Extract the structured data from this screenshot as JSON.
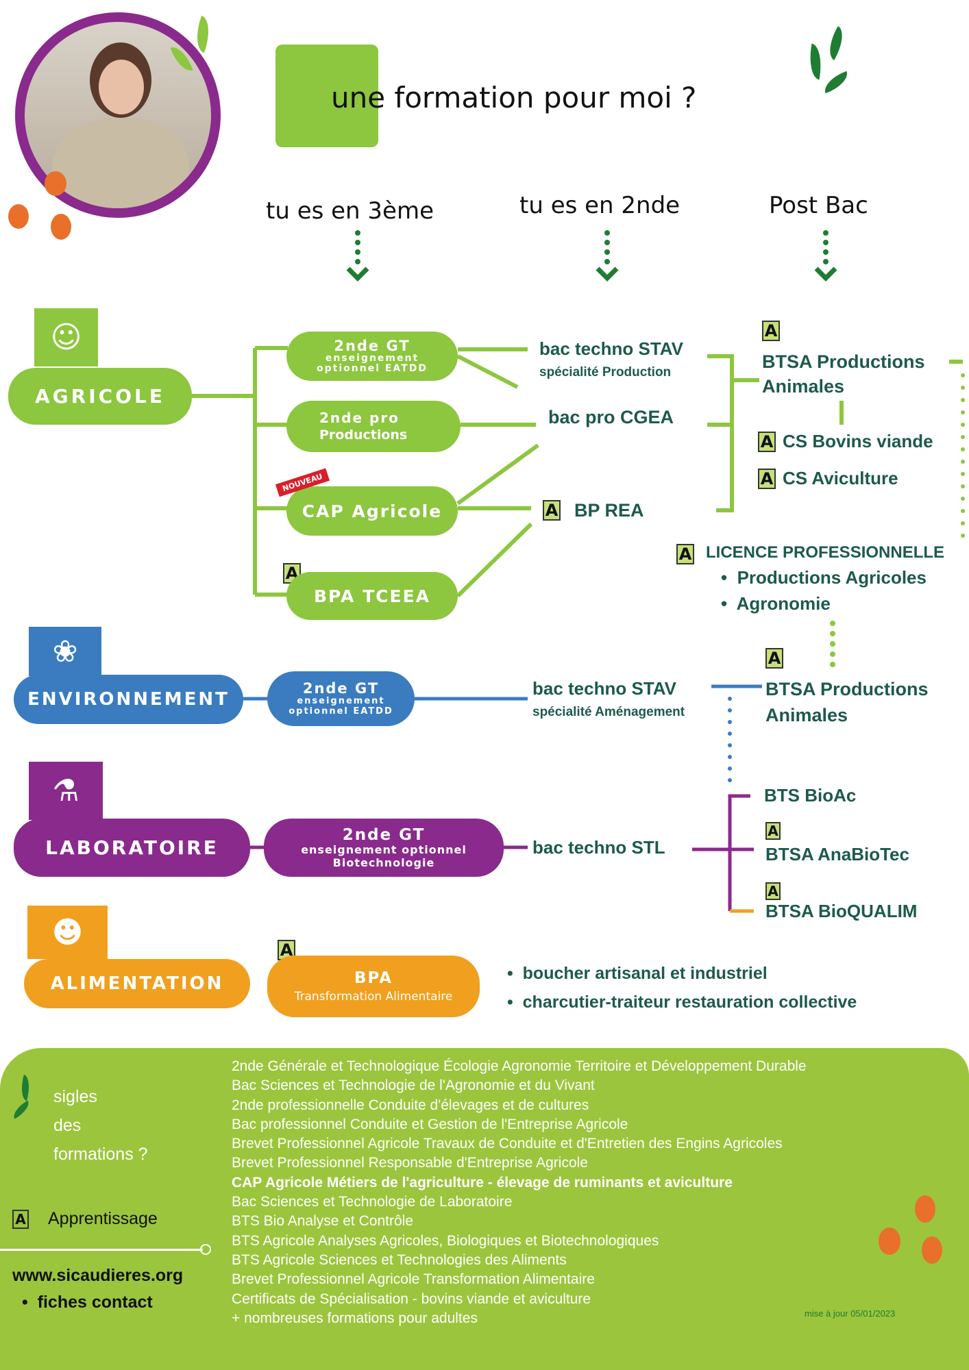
{
  "header": {
    "title_prefix": "une",
    "title_rest": " formation pour moi ?"
  },
  "columns": [
    "tu es en 3ème",
    "tu es en 2nde",
    "Post Bac"
  ],
  "badge": "A",
  "agricole": {
    "label": "AGRICOLE",
    "gt": {
      "l1": "2nde GT",
      "l2": "enseignement",
      "l3": "optionnel EATDD"
    },
    "pro": {
      "l1": "2nde pro",
      "l2": "Productions"
    },
    "cap": "CAP Agricole",
    "nouveau": "NOUVEAU",
    "bpa": "BPA TCEEA",
    "stav": "bac techno STAV",
    "stav_spec": "spécialité Production",
    "cgea": "bac pro CGEA",
    "bprea": "BP REA",
    "btsa1": "BTSA Productions",
    "btsa2": "Animales",
    "cs1": "CS Bovins viande",
    "cs2": "CS Aviculture",
    "licence": "LICENCE PROFESSIONNELLE",
    "licence_items": [
      "Productions Agricoles",
      "Agronomie"
    ]
  },
  "environnement": {
    "label": "ENVIRONNEMENT",
    "gt": {
      "l1": "2nde GT",
      "l2": "enseignement",
      "l3": "optionnel EATDD"
    },
    "stav": "bac techno STAV",
    "stav_spec": "spécialité Aménagement",
    "btsa1": "BTSA Productions",
    "btsa2": "Animales"
  },
  "laboratoire": {
    "label": "LABORATOIRE",
    "gt": {
      "l1": "2nde GT",
      "l2": "enseignement optionnel",
      "l3": "Biotechnologie"
    },
    "stl": "bac techno STL",
    "bioac": "BTS BioAc",
    "anabiotec": "BTSA AnaBioTec",
    "bioqualim": "BTSA BioQUALIM"
  },
  "alimentation": {
    "label": "ALIMENTATION",
    "bpa1": "BPA",
    "bpa2": "Transformation Alimentaire",
    "items": [
      "boucher artisanal et industriel",
      "charcutier-traiteur restauration collective"
    ]
  },
  "footer": {
    "sigles": [
      "sigles",
      "des",
      "formations ?"
    ],
    "apprentissage": "Apprentissage",
    "website": "www.sicaudieres.org",
    "contact": "fiches contact",
    "update": "mise à jour 05/01/2023",
    "lines": [
      "2nde Générale et Technologique Écologie Agronomie Territoire et Développement Durable",
      "Bac Sciences et Technologie de l'Agronomie et du Vivant",
      "2nde professionnelle Conduite d'élevages et de cultures",
      "Bac professionnel Conduite et Gestion de l'Entreprise Agricole",
      "Brevet Professionnel Agricole Travaux de Conduite et d'Entretien des Engins Agricoles",
      "Brevet Professionnel Responsable d'Entreprise Agricole",
      "CAP Agricole Métiers de l'agriculture - élevage de ruminants et aviculture",
      "Bac Sciences et Technologie de Laboratoire",
      "BTS Bio Analyse et Contrôle",
      "BTS Agricole Analyses Agricoles, Biologiques et Biotechnologiques",
      "BTS Agricole Sciences et Technologies des Aliments",
      "Brevet Professionnel Agricole Transformation Alimentaire",
      "Certificats de Spécialisation - bovins viande et aviculture",
      "+ nombreuses formations pour adultes"
    ]
  },
  "colors": {
    "green": "#8dc63f",
    "blue": "#3a7cbf",
    "purple": "#8a2a8c",
    "orange": "#f0a01e",
    "teal": "#1d5a4c"
  }
}
